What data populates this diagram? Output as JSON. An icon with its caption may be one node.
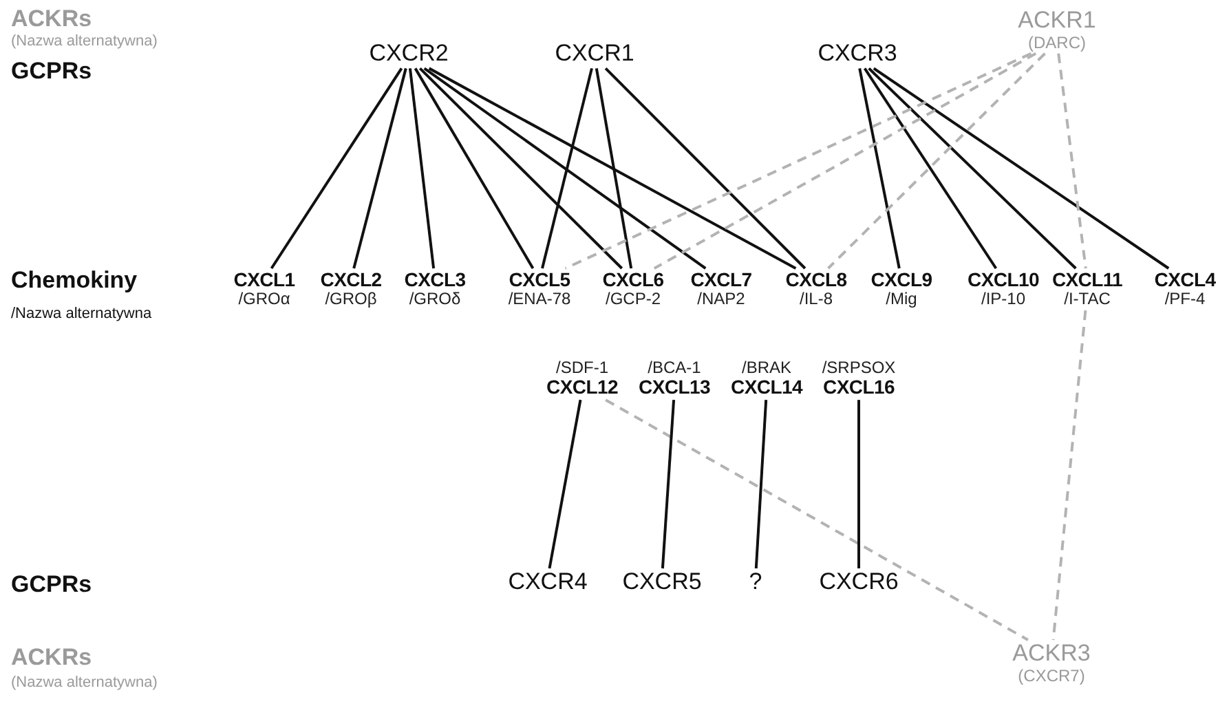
{
  "diagram": {
    "nodes": [
      {
        "text": [
          "ACKR1",
          "(DARC)"
        ]
      },
      {
        "text": [
          "CXCR2"
        ]
      },
      {
        "text": [
          "CXCR1"
        ]
      },
      {
        "text": [
          "CXCR3"
        ]
      },
      {
        "text": [
          "CXCL1",
          "/GROα"
        ]
      },
      {
        "text": [
          "CXCL2",
          "/GROβ"
        ]
      },
      {
        "text": [
          "CXCL3",
          "/GROδ"
        ]
      },
      {
        "text": [
          "CXCL5",
          "/ENA-78"
        ]
      },
      {
        "text": [
          "CXCL6",
          "/GCP-2"
        ]
      },
      {
        "text": [
          "CXCL7",
          "/NAP2"
        ]
      },
      {
        "text": [
          "CXCL8",
          "/IL-8"
        ]
      },
      {
        "text": [
          "CXCL9",
          "/Mig"
        ]
      },
      {
        "text": [
          "CXCL10",
          "/IP-10"
        ]
      },
      {
        "text": [
          "CXCL11",
          "/I-TAC"
        ]
      },
      {
        "text": [
          "CXCL4",
          "/PF-4"
        ]
      },
      {
        "text": [
          "/SDF-1",
          "CXCL12"
        ]
      },
      {
        "text": [
          "/BCA-1",
          "CXCL13"
        ]
      },
      {
        "text": [
          "/BRAK",
          "CXCL14"
        ]
      },
      {
        "text": [
          "/SRPSOX",
          "CXCL16"
        ]
      },
      {
        "text": [
          "CXCR4"
        ]
      },
      {
        "text": [
          "CXCR5"
        ]
      },
      {
        "text": [
          "?"
        ]
      },
      {
        "text": [
          "CXCR6"
        ]
      },
      {
        "text": [
          "ACKR3",
          "(CXCR7)"
        ]
      }
    ],
    "edges": [
      {
        "from": 1,
        "to": 4,
        "arrow": "none"
      },
      {
        "from": 1,
        "to": 5,
        "arrow": "none"
      },
      {
        "from": 1,
        "to": 6,
        "arrow": "none"
      },
      {
        "from": 1,
        "to": 7,
        "arrow": "none"
      },
      {
        "from": 1,
        "to": 8,
        "arrow": "none"
      },
      {
        "from": 1,
        "to": 9,
        "arrow": "none"
      },
      {
        "from": 1,
        "to": 10,
        "arrow": "none"
      },
      {
        "from": 2,
        "to": 7,
        "arrow": "none"
      },
      {
        "from": 2,
        "to": 8,
        "arrow": "none"
      },
      {
        "from": 2,
        "to": 10,
        "arrow": "none"
      },
      {
        "from": 3,
        "to": 11,
        "arrow": "none"
      },
      {
        "from": 3,
        "to": 12,
        "arrow": "none"
      },
      {
        "from": 3,
        "to": 13,
        "arrow": "none"
      },
      {
        "from": 3,
        "to": 14,
        "arrow": "none"
      },
      {
        "from": 0,
        "to": 7,
        "arrow": "none",
        "style": "dashed",
        "color": "#b3b3b3"
      },
      {
        "from": 0,
        "to": 8,
        "arrow": "none",
        "style": "dashed",
        "color": "#b3b3b3"
      },
      {
        "from": 0,
        "to": 10,
        "arrow": "none",
        "style": "dashed",
        "color": "#b3b3b3"
      },
      {
        "from": 0,
        "to": 13,
        "arrow": "none",
        "style": "dashed",
        "color": "#b3b3b3"
      },
      {
        "from": 13,
        "to": 23,
        "arrow": "none",
        "style": "dashed",
        "color": "#b3b3b3"
      },
      {
        "from": 15,
        "to": 23,
        "arrow": "none",
        "style": "dashed",
        "color": "#b3b3b3"
      },
      {
        "from": 15,
        "to": 19,
        "arrow": "none"
      },
      {
        "from": 16,
        "to": 20,
        "arrow": "none"
      },
      {
        "from": 17,
        "to": 21,
        "arrow": "none"
      },
      {
        "from": 18,
        "to": 22,
        "arrow": "none"
      }
    ],
    "labels": [
      "ACKRs",
      "(Nazwa alternatywna)",
      "GCPRs",
      "Chemokiny",
      "/Nazwa alternatywna",
      "GCPRs",
      "ACKRs",
      "(Nazwa alternatywna)"
    ]
  }
}
